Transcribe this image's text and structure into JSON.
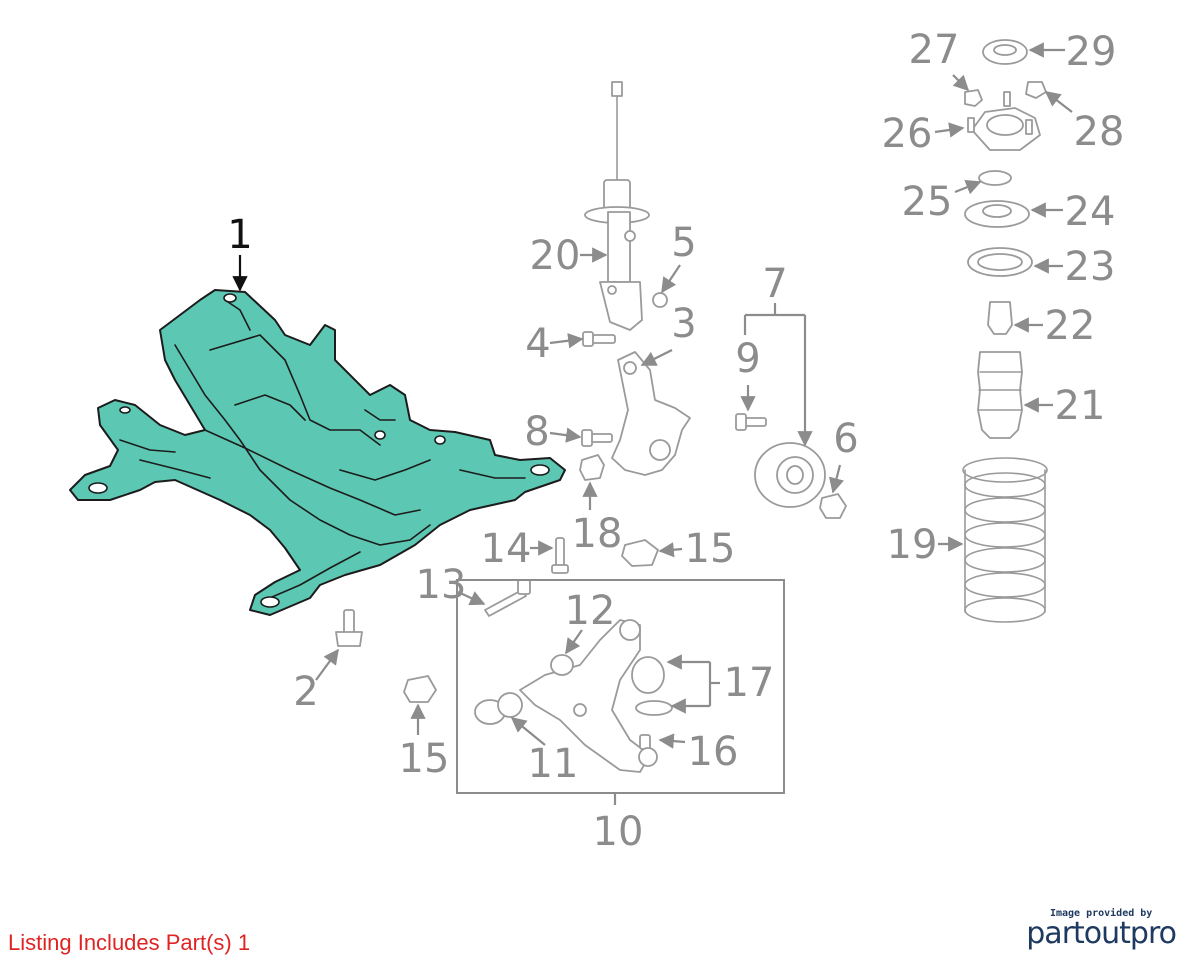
{
  "diagram": {
    "highlight_color": "#5cc8b3",
    "callouts": [
      {
        "id": "c1",
        "label": "1",
        "highlighted": true
      },
      {
        "id": "c2",
        "label": "2"
      },
      {
        "id": "c3",
        "label": "3"
      },
      {
        "id": "c4",
        "label": "4"
      },
      {
        "id": "c5",
        "label": "5"
      },
      {
        "id": "c6",
        "label": "6"
      },
      {
        "id": "c7",
        "label": "7"
      },
      {
        "id": "c8",
        "label": "8"
      },
      {
        "id": "c9",
        "label": "9"
      },
      {
        "id": "c10",
        "label": "10"
      },
      {
        "id": "c11",
        "label": "11"
      },
      {
        "id": "c12",
        "label": "12"
      },
      {
        "id": "c13",
        "label": "13"
      },
      {
        "id": "c14",
        "label": "14"
      },
      {
        "id": "c15a",
        "label": "15"
      },
      {
        "id": "c15b",
        "label": "15"
      },
      {
        "id": "c16",
        "label": "16"
      },
      {
        "id": "c17",
        "label": "17"
      },
      {
        "id": "c18",
        "label": "18"
      },
      {
        "id": "c19",
        "label": "19"
      },
      {
        "id": "c20",
        "label": "20"
      },
      {
        "id": "c21",
        "label": "21"
      },
      {
        "id": "c22",
        "label": "22"
      },
      {
        "id": "c23",
        "label": "23"
      },
      {
        "id": "c24",
        "label": "24"
      },
      {
        "id": "c25",
        "label": "25"
      },
      {
        "id": "c26",
        "label": "26"
      },
      {
        "id": "c27",
        "label": "27"
      },
      {
        "id": "c28",
        "label": "28"
      },
      {
        "id": "c29",
        "label": "29"
      }
    ]
  },
  "footer": {
    "listing_text": "Listing Includes Part(s) 1",
    "listing_color": "#e02424",
    "credit_small": "Image provided by",
    "credit_logo": "partoutpro",
    "credit_color": "#1f3a60"
  }
}
